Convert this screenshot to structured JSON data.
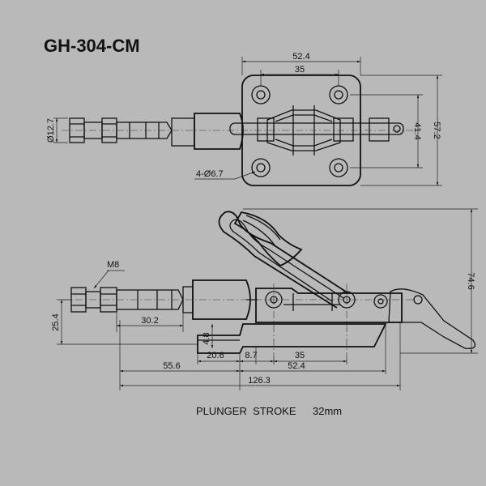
{
  "title": "GH-304-CM",
  "top_view": {
    "dim_width": "52.4",
    "dim_hole_spacing": "35",
    "dim_hole_vertical": "41.4",
    "dim_height": "57.2",
    "dim_rod": "Ø12.7",
    "dim_holes": "4-Ø6.7"
  },
  "side_view": {
    "dim_thread": "M8",
    "dim_offset": "25.4",
    "dim_rod_len": "30.2",
    "dim_base_height": "4.8",
    "dim_base_front": "20.6",
    "dim_base_gap": "8.7",
    "dim_base_holes": "35",
    "dim_left": "55.6",
    "dim_base_len": "52.4",
    "dim_total": "126.3",
    "dim_height": "74.6"
  },
  "note": {
    "label": "PLUNGER  STROKE",
    "value": "32mm"
  }
}
